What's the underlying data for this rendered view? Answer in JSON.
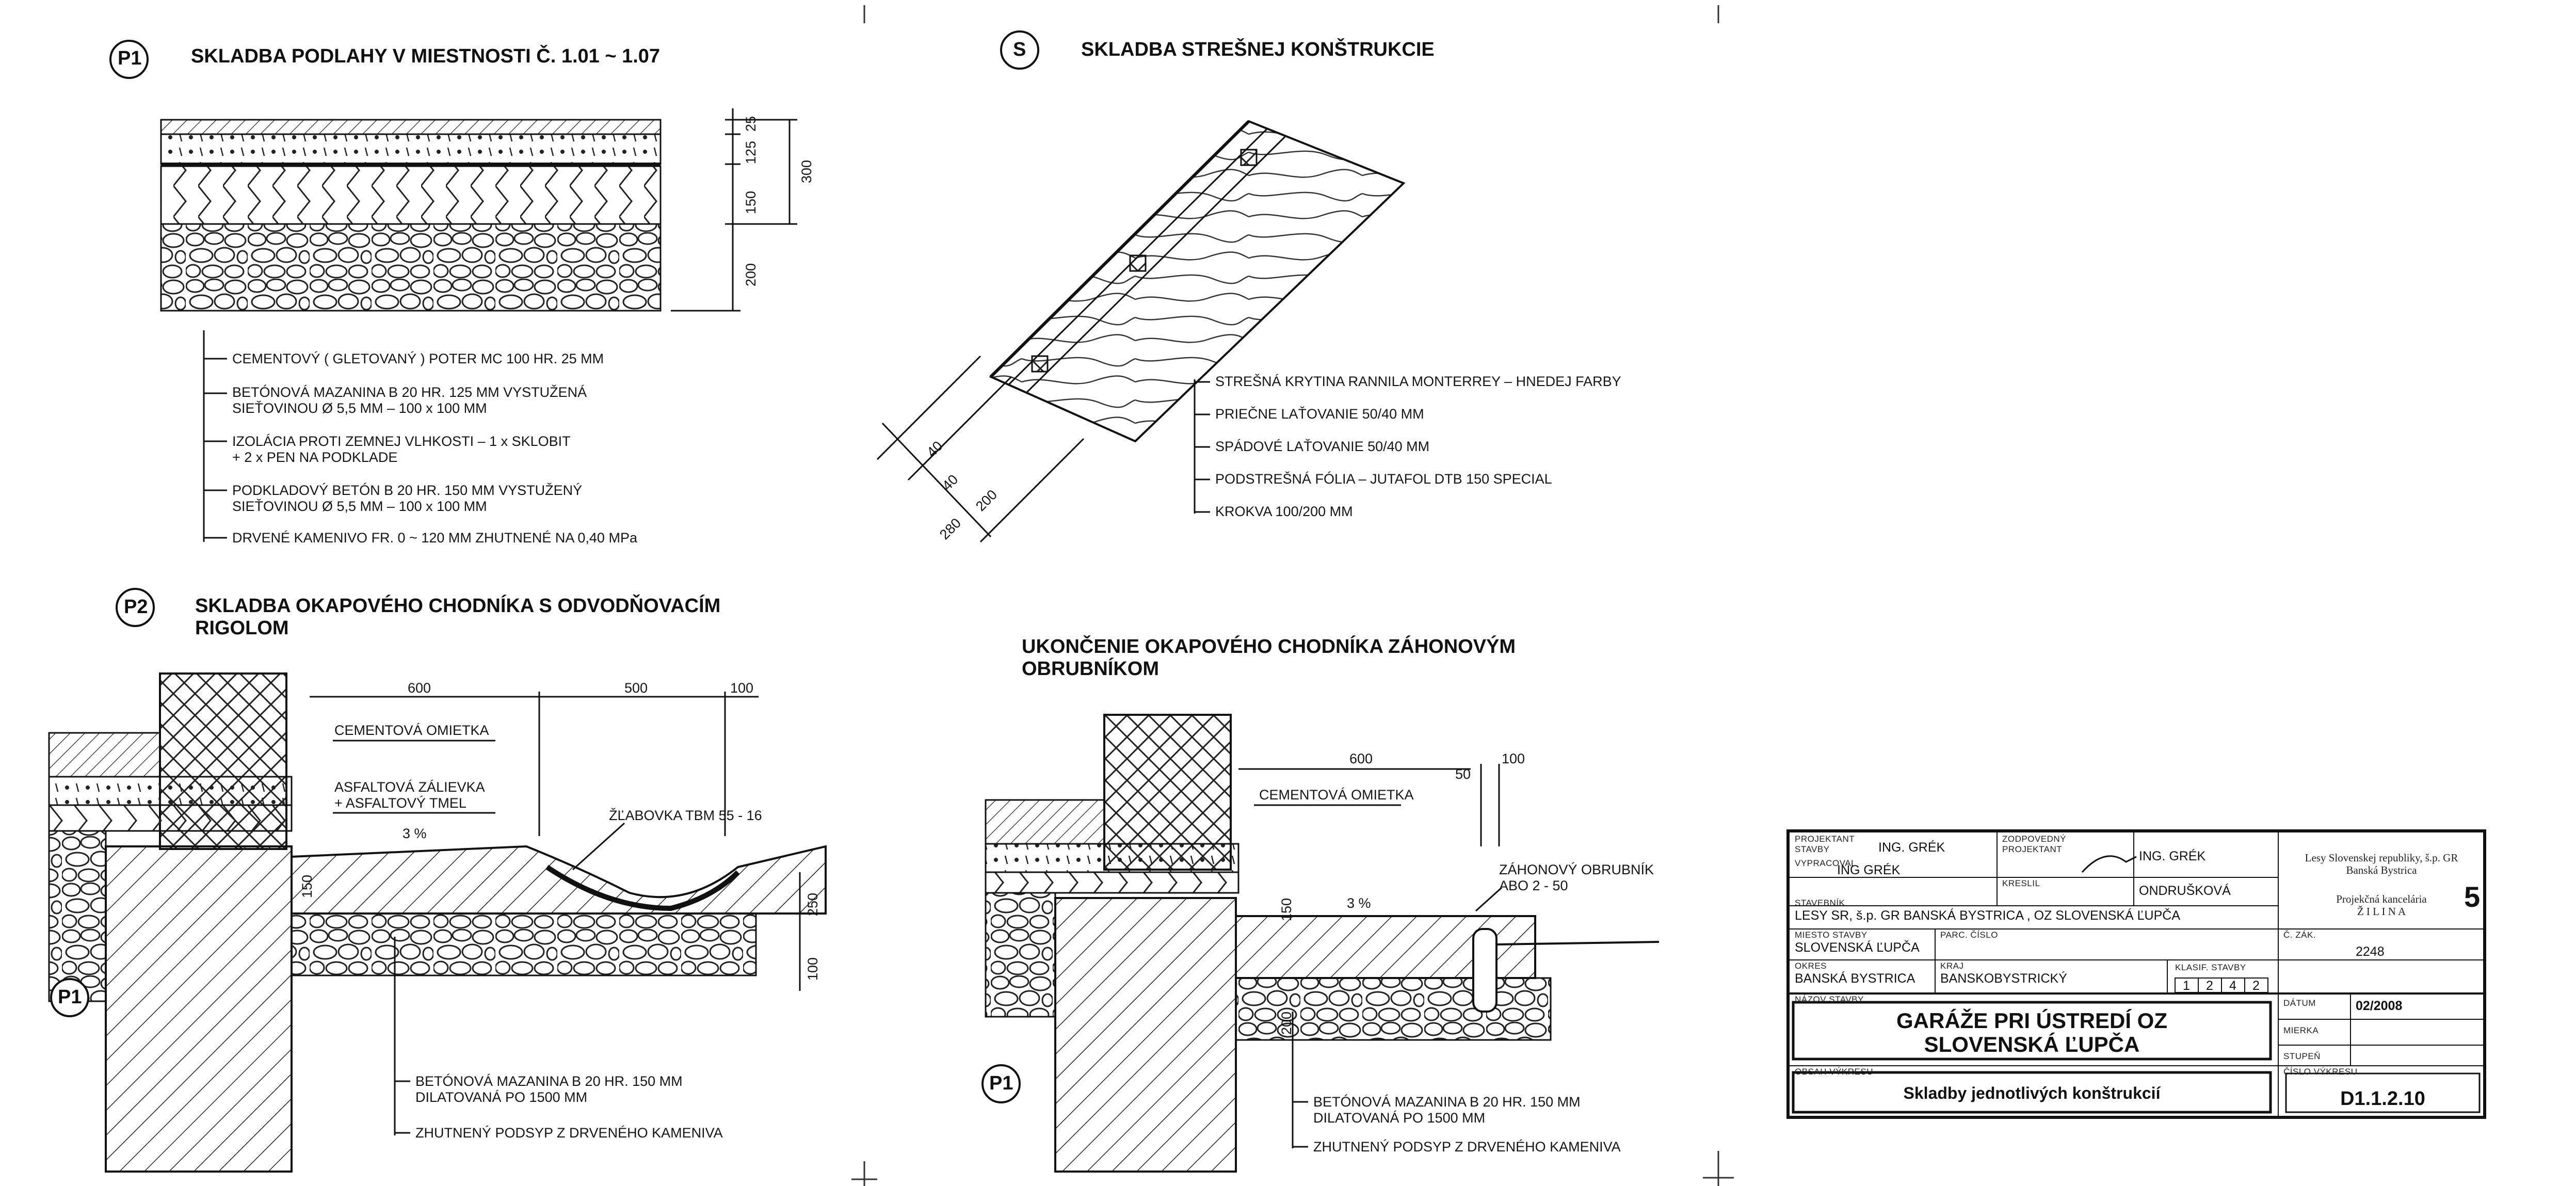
{
  "p1": {
    "badge": "P1",
    "title": "SKLADBA PODLAHY V MIESTNOSTI Č. 1.01 ~ 1.07",
    "dims": [
      "25",
      "125",
      "150",
      "200",
      "300"
    ],
    "layers": [
      [
        "CEMENTOVÝ ( GLETOVANÝ ) POTER MC 100 HR. 25 MM"
      ],
      [
        "BETÓNOVÁ MAZANINA B 20 HR. 125 MM VYSTUŽENÁ",
        "SIEŤOVINOU Ø 5,5 MM – 100 x 100 MM"
      ],
      [
        "IZOLÁCIA PROTI ZEMNEJ VLHKOSTI – 1 x SKLOBIT",
        "+ 2 x PEN NA PODKLADE"
      ],
      [
        "PODKLADOVÝ BETÓN B 20 HR. 150 MM VYSTUŽENÝ",
        "SIEŤOVINOU Ø 5,5 MM – 100 x 100 MM"
      ],
      [
        "DRVENÉ KAMENIVO FR. 0 ~ 120 MM ZHUTNENÉ NA 0,40 MPa"
      ]
    ]
  },
  "s": {
    "badge": "S",
    "title": "SKLADBA STREŠNEJ KONŠTRUKCIE",
    "dims": [
      "40",
      "40",
      "200",
      "280"
    ],
    "layers": [
      "STREŠNÁ KRYTINA RANNILA MONTERREY – HNEDEJ FARBY",
      "PRIEČNE LAŤOVANIE 50/40 MM",
      "SPÁDOVÉ LAŤOVANIE 50/40 MM",
      "PODSTREŠNÁ FÓLIA – JUTAFOL DTB 150 SPECIAL",
      "KROKVA 100/200 MM"
    ]
  },
  "p2": {
    "badge": "P2",
    "title": [
      "SKLADBA OKAPOVÉHO CHODNÍKA S ODVODŇOVACÍM",
      "RIGOLOM"
    ],
    "dims": [
      "600",
      "500",
      "100",
      "150",
      "250",
      "100"
    ],
    "labels": {
      "omietka": "CEMENTOVÁ OMIETKA",
      "zalievka": [
        "ASFALTOVÁ ZÁLIEVKA",
        "+ ASFALTOVÝ TMEL"
      ],
      "zlabovka": "ŽĽABOVKA TBM 55 - 16",
      "slope": "3 %",
      "ref": "P1"
    },
    "layers": [
      [
        "BETÓNOVÁ MAZANINA B 20 HR. 150 MM",
        "DILATOVANÁ PO 1500 MM"
      ],
      [
        "ZHUTNENÝ PODSYP Z DRVENÉHO KAMENIVA"
      ]
    ]
  },
  "u": {
    "title": [
      "UKONČENIE OKAPOVÉHO CHODNÍKA ZÁHONOVÝM",
      "OBRUBNÍKOM"
    ],
    "dims": [
      "600",
      "50",
      "100",
      "150",
      "200"
    ],
    "labels": {
      "omietka": "CEMENTOVÁ OMIETKA",
      "obrubnik": [
        "ZÁHONOVÝ OBRUBNÍK",
        "ABO 2 - 50"
      ],
      "slope": "3 %",
      "ref": "P1"
    },
    "layers": [
      [
        "BETÓNOVÁ MAZANINA B 20 HR. 150 MM",
        "DILATOVANÁ PO 1500 MM"
      ],
      [
        "ZHUTNENÝ PODSYP Z DRVENÉHO KAMENIVA"
      ]
    ]
  },
  "title_block": {
    "captions": {
      "projektant": "PROJEKTANT",
      "stavby": "STAVBY",
      "vypracoval": "VYPRACOVAL",
      "zodpovedny": "ZODPOVEDNÝ",
      "zod_projektant": "PROJEKTANT",
      "kreslil": "KRESLIL",
      "stavebnik": "STAVEBNÍK",
      "miesto": "MIESTO STAVBY",
      "parc": "PARC. ČÍSLO",
      "czak": "Č. ZÁK.",
      "okres": "OKRES",
      "kraj": "KRAJ",
      "klasif": "KLASIF. STAVBY",
      "nazov": "NÁZOV STAVBY",
      "datum": "DÁTUM",
      "mierka": "MIERKA",
      "stupen": "STUPEŇ",
      "obsah": "OBSAH VÝKRESU",
      "cislo": "ČÍSLO VÝKRESU"
    },
    "projektant": "ING. GRÉK",
    "vypracoval": "ING GRÉK",
    "zodpovedny": "ING. GRÉK",
    "kreslil": "ONDRUŠKOVÁ",
    "stavebnik": "LESY SR, š.p. GR BANSKÁ BYSTRICA , OZ SLOVENSKÁ ĽUPČA",
    "miesto": "SLOVENSKÁ ĽUPČA",
    "czak": "2248",
    "okres": "BANSKÁ BYSTRICA",
    "kraj": "BANSKOBYSTRICKÝ",
    "klasif": [
      "1",
      "2",
      "4",
      "2"
    ],
    "stamp": [
      "Lesy Slovenskej republiky, š.p. GR",
      "Banská Bystrica",
      "Projekčná kancelária",
      "Ž I L I N A"
    ],
    "stamp_num": "5",
    "nazov": [
      "GARÁŽE PRI ÚSTREDÍ OZ",
      "SLOVENSKÁ ĽUPČA"
    ],
    "datum": "02/2008",
    "obsah": "Skladby jednotlivých konštrukcií",
    "cislo": "D1.1.2.10"
  }
}
